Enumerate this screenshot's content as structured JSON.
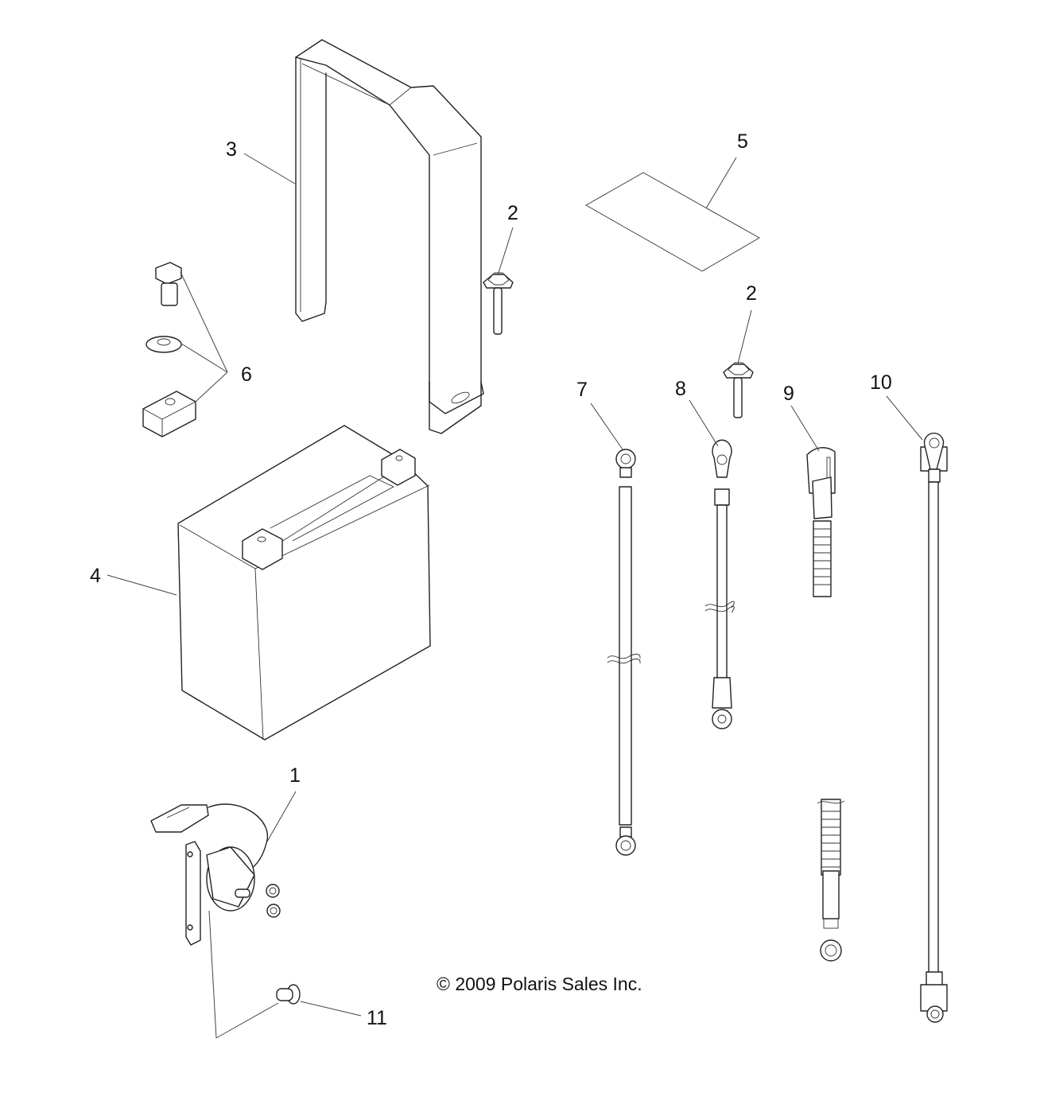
{
  "diagram": {
    "title": "Battery and related parts exploded view",
    "copyright": "© 2009 Polaris Sales Inc.",
    "callouts": [
      {
        "number": "1",
        "part": "solenoid"
      },
      {
        "number": "2",
        "part": "flange bolt"
      },
      {
        "number": "2",
        "part": "flange bolt"
      },
      {
        "number": "3",
        "part": "battery hold-down strap"
      },
      {
        "number": "4",
        "part": "battery"
      },
      {
        "number": "5",
        "part": "pad"
      },
      {
        "number": "6",
        "part": "bolt, washer and nut block kit"
      },
      {
        "number": "7",
        "part": "cable"
      },
      {
        "number": "8",
        "part": "cable"
      },
      {
        "number": "9",
        "part": "cable"
      },
      {
        "number": "10",
        "part": "cable"
      },
      {
        "number": "11",
        "part": "rivet / pin"
      }
    ]
  }
}
